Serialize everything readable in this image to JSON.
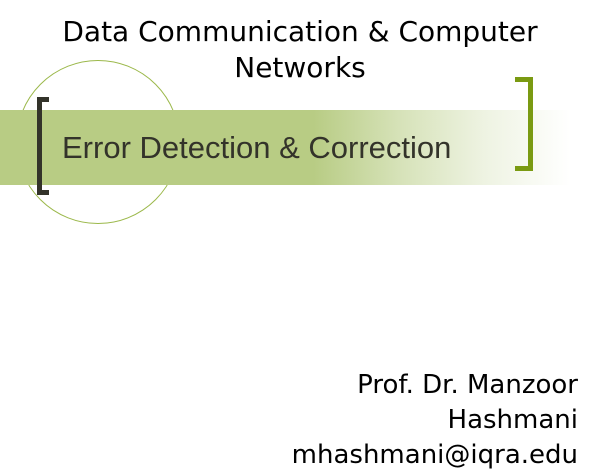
{
  "slide": {
    "title_line1": "Data Communication & Computer",
    "title_line2": "Networks",
    "subtitle": "Error Detection & Correction",
    "author_line1": "Prof. Dr. Manzoor",
    "author_line2": "Hashmani",
    "author_email": "mhashmani@iqra.edu"
  },
  "colors": {
    "band": "#b8cc84",
    "left_bracket": "#33332a",
    "right_bracket": "#7a9a12",
    "circle": "#9bb84a"
  }
}
